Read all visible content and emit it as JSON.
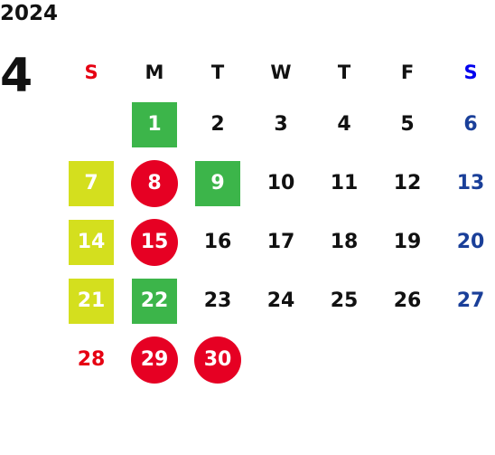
{
  "year": "2024",
  "month": "4",
  "weekdays": [
    {
      "label": "S",
      "color": "#e60012"
    },
    {
      "label": "M",
      "color": "#111111"
    },
    {
      "label": "T",
      "color": "#111111"
    },
    {
      "label": "W",
      "color": "#111111"
    },
    {
      "label": "T",
      "color": "#111111"
    },
    {
      "label": "F",
      "color": "#111111"
    },
    {
      "label": "S",
      "color": "#0000ee"
    }
  ],
  "colors": {
    "sunday_text": "#e60012",
    "saturday_text": "#1a3f99",
    "weekday_text": "#111111",
    "green": "#3cb54a",
    "yellow_green": "#d4df1e",
    "red": "#e60023"
  },
  "first_weekday_index": 1,
  "days": [
    {
      "day": "1",
      "mark": "square",
      "fill": "#3cb54a"
    },
    {
      "day": "2"
    },
    {
      "day": "3"
    },
    {
      "day": "4"
    },
    {
      "day": "5"
    },
    {
      "day": "6"
    },
    {
      "day": "7",
      "mark": "square",
      "fill": "#d4df1e"
    },
    {
      "day": "8",
      "mark": "circle",
      "fill": "#e60023"
    },
    {
      "day": "9",
      "mark": "square",
      "fill": "#3cb54a"
    },
    {
      "day": "10"
    },
    {
      "day": "11"
    },
    {
      "day": "12"
    },
    {
      "day": "13"
    },
    {
      "day": "14",
      "mark": "square",
      "fill": "#d4df1e"
    },
    {
      "day": "15",
      "mark": "circle",
      "fill": "#e60023"
    },
    {
      "day": "16"
    },
    {
      "day": "17"
    },
    {
      "day": "18"
    },
    {
      "day": "19"
    },
    {
      "day": "20"
    },
    {
      "day": "21",
      "mark": "square",
      "fill": "#d4df1e"
    },
    {
      "day": "22",
      "mark": "square",
      "fill": "#3cb54a"
    },
    {
      "day": "23"
    },
    {
      "day": "24"
    },
    {
      "day": "25"
    },
    {
      "day": "26"
    },
    {
      "day": "27"
    },
    {
      "day": "28"
    },
    {
      "day": "29",
      "mark": "circle",
      "fill": "#e60023"
    },
    {
      "day": "30",
      "mark": "circle",
      "fill": "#e60023"
    }
  ]
}
